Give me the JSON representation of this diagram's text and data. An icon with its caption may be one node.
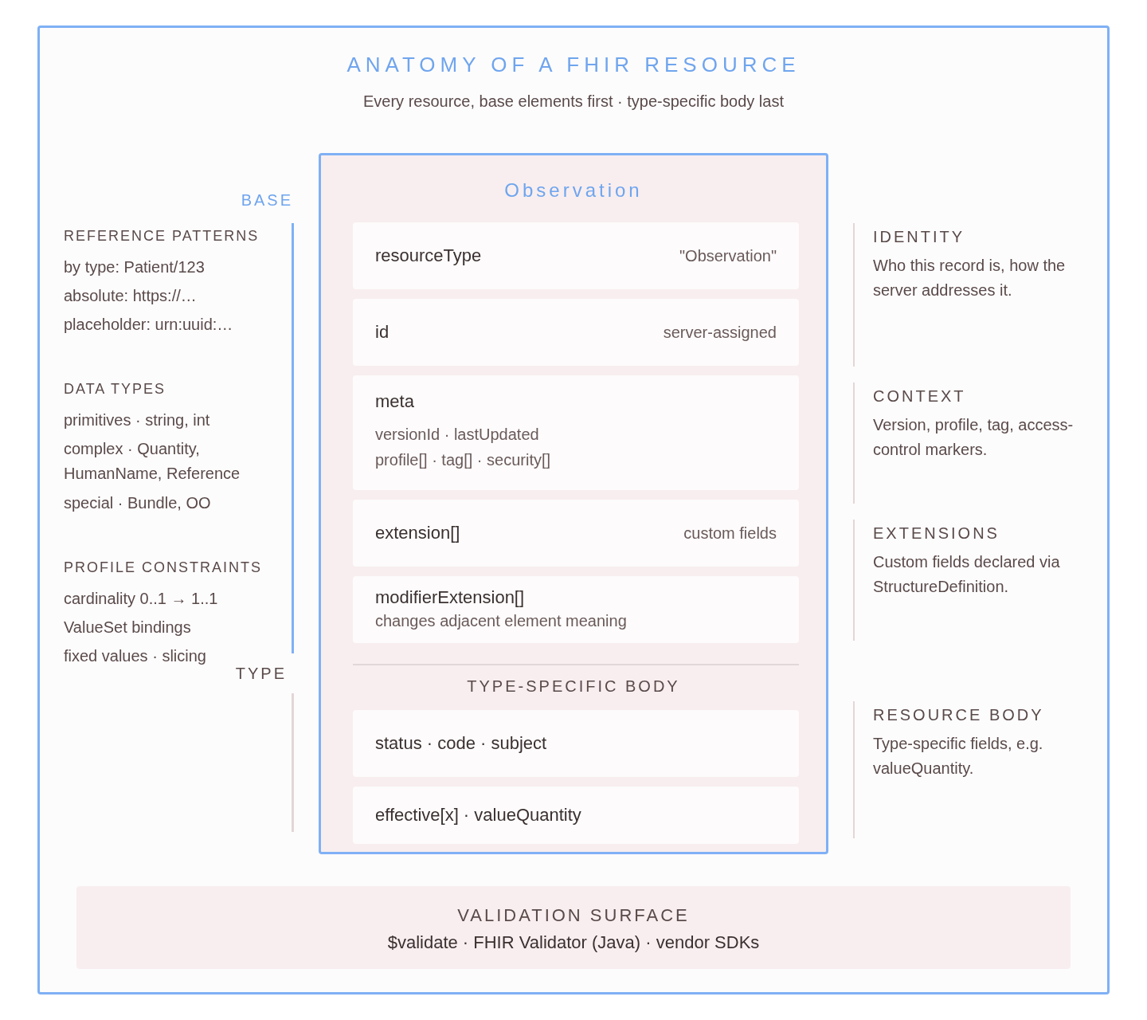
{
  "diagram": {
    "title": "ANATOMY OF A FHIR RESOURCE",
    "nodes": [
      {
        "text": [
          "Observation"
        ]
      },
      {
        "text": [
          "resourceType",
          "\"Observation\""
        ],
        "in": 0
      },
      {
        "text": [
          "id",
          "server-assigned"
        ],
        "in": 0
      },
      {
        "text": [
          "meta",
          "versionId · lastUpdated",
          "profile[] · tag[] · security[]"
        ],
        "in": 0
      },
      {
        "text": [
          "extension[]",
          "custom fields"
        ],
        "in": 0
      },
      {
        "text": [
          "modifierExtension[]",
          "changes adjacent element meaning"
        ],
        "in": 0
      },
      {
        "text": [
          "status · code · subject"
        ],
        "in": 0
      },
      {
        "text": [
          "effective[x] · valueQuantity"
        ],
        "in": 0
      },
      {
        "text": [
          "VALIDATION SURFACE",
          "$validate · FHIR Validator (Java) · vendor SDKs"
        ]
      }
    ],
    "labels": [
      "Every resource, base elements first · type-specific body last",
      "BASE",
      "REFERENCE PATTERNS",
      "by type: Patient/123",
      "absolute: https://…",
      "placeholder: urn:uuid:…",
      "DATA TYPES",
      "primitives · string, int",
      "complex · Quantity, HumanName, Reference",
      "special · Bundle, OO",
      "PROFILE CONSTRAINTS",
      "cardinality 0..1 → 1..1",
      "ValueSet bindings",
      "fixed values · slicing",
      "TYPE",
      "TYPE-SPECIFIC BODY",
      "IDENTITY",
      "Who this record is, how the server addresses it.",
      "CONTEXT",
      "Version, profile, tag, access-control markers.",
      "EXTENSIONS",
      "Custom fields declared via StructureDefinition.",
      "RESOURCE BODY",
      "Type-specific fields, e.g. valueQuantity."
    ]
  }
}
